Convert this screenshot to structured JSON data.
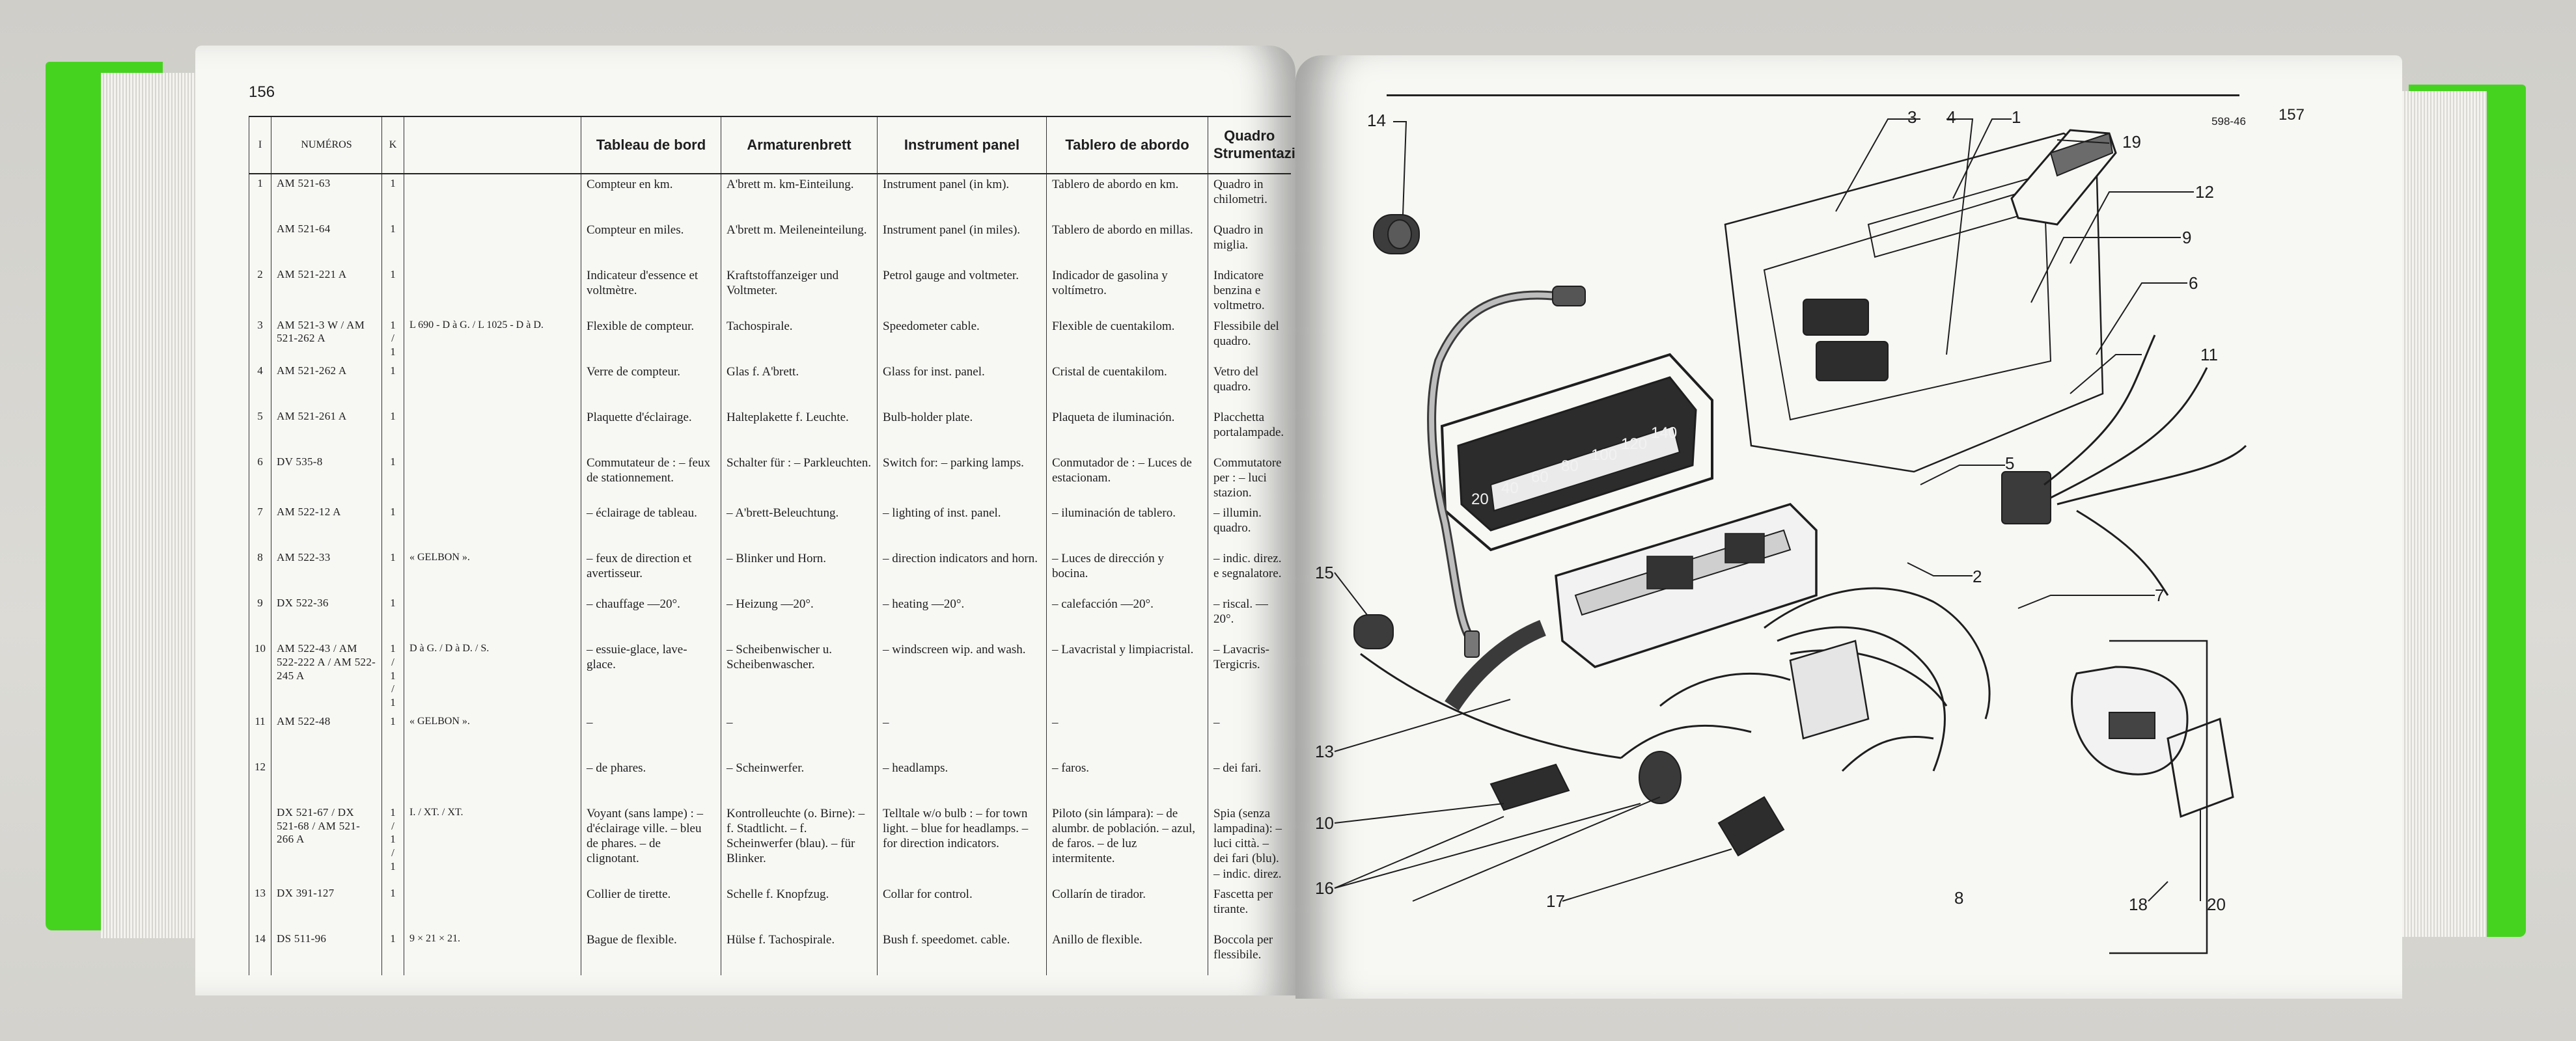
{
  "left_page": {
    "page_number": "156",
    "headers": {
      "index": "I",
      "numeros": "NUMÉROS",
      "k": "K",
      "observations": "",
      "french": "Tableau de bord",
      "german": "Armaturenbrett",
      "english": "Instrument panel",
      "spanish": "Tablero de abordo",
      "italian": "Quadro Strumentazione"
    },
    "rows": [
      {
        "idx": "1",
        "code": "AM 521-63",
        "k": "1",
        "obs": "",
        "fr": "Compteur en km.",
        "de": "A'brett m. km-Einteilung.",
        "en": "Instrument panel (in km).",
        "es": "Tablero de abordo en km.",
        "it": "Quadro in chilometri."
      },
      {
        "idx": "",
        "code": "AM 521-64",
        "k": "1",
        "obs": "",
        "fr": "Compteur en miles.",
        "de": "A'brett m. Meileneinteilung.",
        "en": "Instrument panel (in miles).",
        "es": "Tablero de abordo en millas.",
        "it": "Quadro in miglia."
      },
      {
        "idx": "2",
        "code": "AM 521-221 A",
        "k": "1",
        "obs": "",
        "fr": "Indicateur d'essence et voltmètre.",
        "de": "Kraftstoffanzeiger und Voltmeter.",
        "en": "Petrol gauge and voltmeter.",
        "es": "Indicador de gasolina y voltímetro.",
        "it": "Indicatore benzina e voltmetro."
      },
      {
        "idx": "3",
        "code": "AM 521-3 W / AM 521-262 A",
        "k": "1 / 1",
        "obs": "L 690 - D à G. / L 1025 - D à D.",
        "fr": "Flexible de compteur.",
        "de": "Tachospirale.",
        "en": "Speedometer cable.",
        "es": "Flexible de cuentakilom.",
        "it": "Flessibile del quadro."
      },
      {
        "idx": "4",
        "code": "AM 521-262 A",
        "k": "1",
        "obs": "",
        "fr": "Verre de compteur.",
        "de": "Glas f. A'brett.",
        "en": "Glass for inst. panel.",
        "es": "Cristal de cuentakilom.",
        "it": "Vetro del quadro."
      },
      {
        "idx": "5",
        "code": "AM 521-261 A",
        "k": "1",
        "obs": "",
        "fr": "Plaquette d'éclairage.",
        "de": "Halteplakette f. Leuchte.",
        "en": "Bulb-holder plate.",
        "es": "Plaqueta de iluminación.",
        "it": "Placchetta portalampade."
      },
      {
        "idx": "6",
        "code": "DV 535-8",
        "k": "1",
        "obs": "",
        "fr": "Commutateur de : – feux de stationnement.",
        "de": "Schalter für : – Parkleuchten.",
        "en": "Switch for: – parking lamps.",
        "es": "Conmutador de : – Luces de estacionam.",
        "it": "Commutatore per : – luci stazion."
      },
      {
        "idx": "7",
        "code": "AM 522-12 A",
        "k": "1",
        "obs": "",
        "fr": "– éclairage de tableau.",
        "de": "– A'brett-Beleuchtung.",
        "en": "– lighting of inst. panel.",
        "es": "– iluminación de tablero.",
        "it": "– illumin. quadro."
      },
      {
        "idx": "8",
        "code": "AM 522-33",
        "k": "1",
        "obs": "« GELBON ».",
        "fr": "– feux de direction et avertisseur.",
        "de": "– Blinker und Horn.",
        "en": "– direction indicators and horn.",
        "es": "– Luces de dirección y bocina.",
        "it": "– indic. direz. e segnalatore."
      },
      {
        "idx": "9",
        "code": "DX 522-36",
        "k": "1",
        "obs": "",
        "fr": "– chauffage —20°.",
        "de": "– Heizung —20°.",
        "en": "– heating —20°.",
        "es": "– calefacción —20°.",
        "it": "– riscal. —20°."
      },
      {
        "idx": "10",
        "code": "AM 522-43 / AM 522-222 A / AM 522-245 A",
        "k": "1 / 1 / 1",
        "obs": "D à G. / D à D. / S.",
        "fr": "– essuie-glace, lave-glace.",
        "de": "– Scheibenwischer u. Scheibenwascher.",
        "en": "– windscreen wip. and wash.",
        "es": "– Lavacristal y limpiacristal.",
        "it": "– Lavacris-Tergicris."
      },
      {
        "idx": "11",
        "code": "AM 522-48",
        "k": "1",
        "obs": "« GELBON ».",
        "fr": "–",
        "de": "–",
        "en": "–",
        "es": "–",
        "it": "–"
      },
      {
        "idx": "12",
        "code": "",
        "k": "",
        "obs": "",
        "fr": "– de phares.",
        "de": "– Scheinwerfer.",
        "en": "– headlamps.",
        "es": "– faros.",
        "it": "– dei fari."
      },
      {
        "idx": "",
        "code": "DX 521-67 / DX 521-68 / AM 521-266 A",
        "k": "1 / 1 / 1",
        "obs": "I. / XT. / XT.",
        "fr": "Voyant (sans lampe) : – d'éclairage ville. – bleu de phares. – de clignotant.",
        "de": "Kontrolleuchte (o. Birne): – f. Stadtlicht. – f. Scheinwerfer (blau). – für Blinker.",
        "en": "Telltale w/o bulb : – for town light. – blue for headlamps. – for direction indicators.",
        "es": "Piloto (sin lámpara): – de alumbr. de población. – azul, de faros. – de luz intermitente.",
        "it": "Spia (senza lampadina): – luci città. – dei fari (blu). – indic. direz."
      },
      {
        "idx": "13",
        "code": "DX 391-127",
        "k": "1",
        "obs": "",
        "fr": "Collier de tirette.",
        "de": "Schelle f. Knopfzug.",
        "en": "Collar for control.",
        "es": "Collarín de tirador.",
        "it": "Fascetta per tirante."
      },
      {
        "idx": "14",
        "code": "DS 511-96",
        "k": "1",
        "obs": "9 × 21 × 21.",
        "fr": "Bague de flexible.",
        "de": "Hülse f. Tachospirale.",
        "en": "Bush f. speedomet. cable.",
        "es": "Anillo de flexible.",
        "it": "Boccola per flessibile."
      }
    ]
  },
  "right_page": {
    "page_number": "157",
    "ref_code": "598-46",
    "callouts": [
      "1",
      "2",
      "3",
      "4",
      "5",
      "6",
      "7",
      "8",
      "9",
      "10",
      "11",
      "12",
      "13",
      "14",
      "15",
      "16",
      "17",
      "18",
      "19",
      "20"
    ],
    "speedometer_scale": [
      "20",
      "40",
      "60",
      "80",
      "100",
      "120",
      "140"
    ]
  }
}
